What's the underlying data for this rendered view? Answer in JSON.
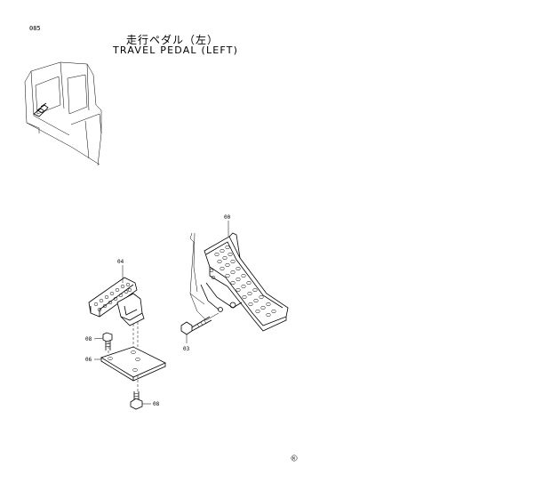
{
  "header": {
    "page_code": "085",
    "title_jp": "走行ペダル（左）",
    "title_en": "TRAVEL PEDAL (LEFT)"
  },
  "callouts": [
    {
      "id": "00"
    },
    {
      "id": "04"
    },
    {
      "id": "08"
    },
    {
      "id": "06"
    },
    {
      "id": "03"
    },
    {
      "id": "08"
    }
  ],
  "footer_mark": "M"
}
